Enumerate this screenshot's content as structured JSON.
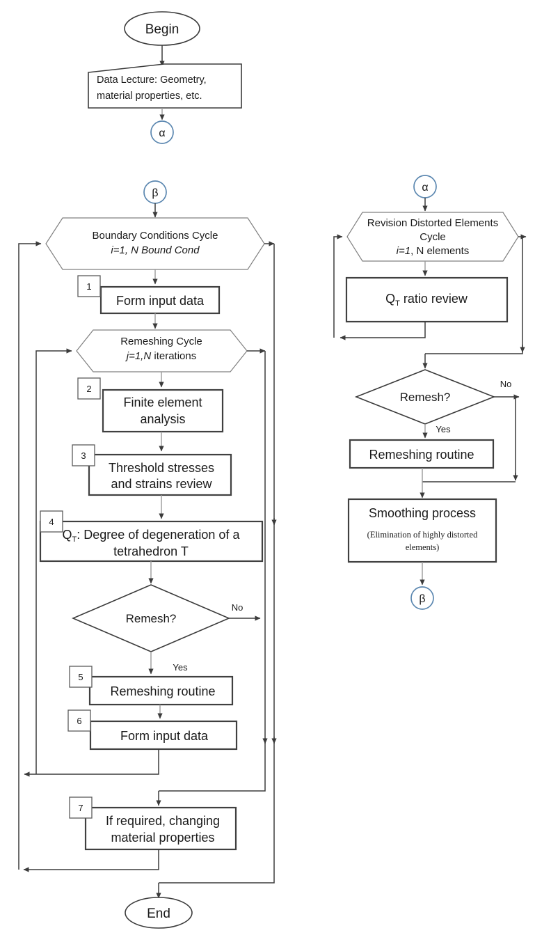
{
  "diagram": {
    "title": "Adaptive remeshing finite element analysis flowchart",
    "accent_connector_color": "#5b87b0",
    "line_color": "#3b3b3b"
  },
  "nodes": {
    "begin": {
      "label": "Begin",
      "type": "terminator"
    },
    "data_lecture": {
      "line1": "Data Lecture: Geometry,",
      "line2": "material properties, etc.",
      "type": "manual-input"
    },
    "connector_alpha_out": {
      "label": "α",
      "type": "connector"
    },
    "connector_alpha_in": {
      "label": "α",
      "type": "connector"
    },
    "connector_beta_out": {
      "label": "β",
      "type": "connector"
    },
    "connector_beta_in": {
      "label": "β",
      "type": "connector"
    },
    "bc_cycle": {
      "line1": "Boundary Conditions Cycle",
      "var": "i=1",
      "rest": ", N Bound Cond",
      "type": "loop-limit"
    },
    "form_input_1": {
      "label": "Form input data",
      "tag": "1",
      "type": "process"
    },
    "remesh_cycle": {
      "line1": "Remeshing Cycle",
      "var": "j=1,N",
      "rest": " iterations",
      "type": "loop-limit"
    },
    "fea": {
      "line1": "Finite element",
      "line2": "analysis",
      "tag": "2",
      "type": "process"
    },
    "threshold": {
      "line1": "Threshold stresses",
      "line2": "and strains review",
      "tag": "3",
      "type": "process"
    },
    "qt_degree": {
      "prefix": "Q",
      "sub": "T",
      "line1": ": Degree of degeneration of a",
      "line2": "tetrahedron T",
      "tag": "4",
      "type": "process"
    },
    "remesh_decision_left": {
      "label": "Remesh?",
      "type": "decision",
      "yes_label": "Yes",
      "no_label": "No"
    },
    "remeshing_routine_left": {
      "label": "Remeshing routine",
      "tag": "5",
      "type": "process"
    },
    "form_input_6": {
      "label": "Form input data",
      "tag": "6",
      "type": "process"
    },
    "change_material": {
      "line1": "If required, changing",
      "line2": "material properties",
      "tag": "7",
      "type": "process"
    },
    "end": {
      "label": "End",
      "type": "terminator"
    },
    "distorted_cycle": {
      "line1": "Revision Distorted Elements",
      "line2": "Cycle",
      "var": "i=1",
      "rest": ", N elements",
      "type": "loop-limit"
    },
    "qt_ratio": {
      "prefix": "Q",
      "sub": "T",
      "rest": " ratio review",
      "type": "process"
    },
    "remesh_decision_right": {
      "label": "Remesh?",
      "type": "decision",
      "yes_label": "Yes",
      "no_label": "No"
    },
    "remeshing_routine_right": {
      "label": "Remeshing routine",
      "type": "process"
    },
    "smoothing": {
      "line1": "Smoothing process",
      "sub1": "(Elimination of highly distorted",
      "sub2": "elements)",
      "type": "process"
    }
  }
}
